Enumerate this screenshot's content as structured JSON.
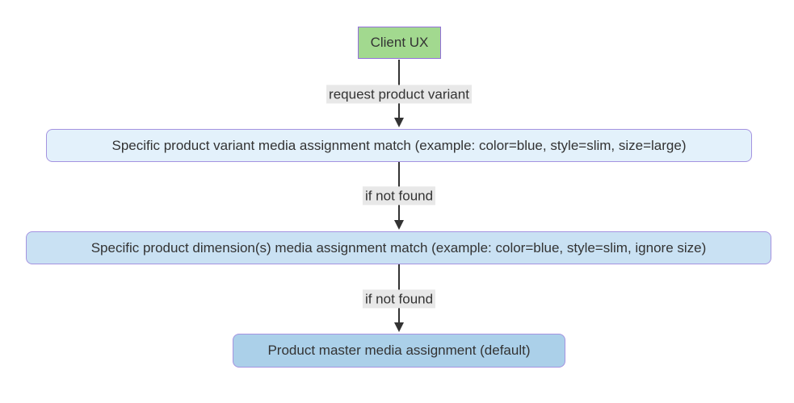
{
  "diagram": {
    "type": "flowchart-top-down",
    "background": "#ffffff",
    "text_color": "#333333",
    "arrow_color": "#333333",
    "edge_label_bg": "#e8e8e8",
    "nodes": [
      {
        "id": "client-ux",
        "label": "Client UX",
        "fill": "#a2d98f",
        "border": "#9370db",
        "shape": "rectangle"
      },
      {
        "id": "variant-match",
        "label": "Specific product variant media assignment match (example: color=blue, style=slim, size=large)",
        "fill": "#e3f1fb",
        "border": "#a493e0",
        "shape": "rounded"
      },
      {
        "id": "dimension-match",
        "label": "Specific product dimension(s) media assignment match (example: color=blue, style=slim, ignore size)",
        "fill": "#c9e1f3",
        "border": "#a493e0",
        "shape": "rounded"
      },
      {
        "id": "master-default",
        "label": "Product master media assignment (default)",
        "fill": "#abd0e9",
        "border": "#a493e0",
        "shape": "rounded"
      }
    ],
    "edges": [
      {
        "from": "client-ux",
        "to": "variant-match",
        "label": "request product variant"
      },
      {
        "from": "variant-match",
        "to": "dimension-match",
        "label": "if not found"
      },
      {
        "from": "dimension-match",
        "to": "master-default",
        "label": "if not found"
      }
    ]
  }
}
